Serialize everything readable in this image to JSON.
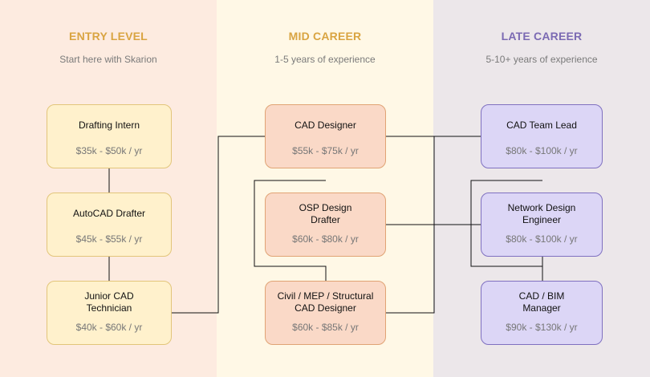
{
  "columns": [
    {
      "title": "ENTRY LEVEL",
      "subtitle": "Start here with Skarion"
    },
    {
      "title": "MID CAREER",
      "subtitle": "1-5 years of experience"
    },
    {
      "title": "LATE CAREER",
      "subtitle": "5-10+ years of experience"
    }
  ],
  "nodes": {
    "drafting_intern": {
      "name": "Drafting Intern",
      "salary": "$35k - $50k / yr"
    },
    "autocad_drafter": {
      "name": "AutoCAD Drafter",
      "salary": "$45k - $55k / yr"
    },
    "junior_cad_technician": {
      "name": "Junior CAD\nTechnician",
      "salary": "$40k - $60k / yr"
    },
    "cad_designer": {
      "name": "CAD Designer",
      "salary": "$55k - $75k / yr"
    },
    "osp_design_drafter": {
      "name": "OSP Design\nDrafter",
      "salary": "$60k - $80k / yr"
    },
    "civil_mep_structural": {
      "name": "Civil / MEP / Structural\nCAD Designer",
      "salary": "$60k - $85k / yr"
    },
    "cad_team_lead": {
      "name": "CAD Team Lead",
      "salary": "$80k - $100k / yr"
    },
    "network_design_engineer": {
      "name": "Network Design\nEngineer",
      "salary": "$80k - $100k / yr"
    },
    "cad_bim_manager": {
      "name": "CAD / BIM\nManager",
      "salary": "$90k - $130k / yr"
    }
  }
}
